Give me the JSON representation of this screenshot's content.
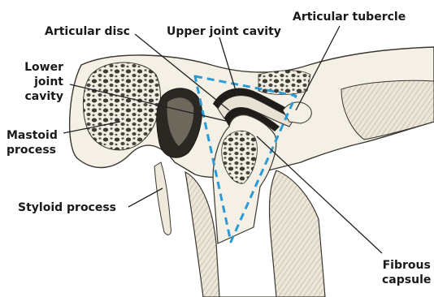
{
  "labels": {
    "articular_disc": "Articular disc",
    "upper_joint_cavity": "Upper joint cavity",
    "articular_tubercle": "Articular tubercle",
    "lower_joint_cavity": [
      "Lower",
      "joint",
      "cavity"
    ],
    "mastoid_process": [
      "Mastoid",
      "process"
    ],
    "styloid_process": "Styloid process",
    "fibrous_capsule": [
      "Fibrous",
      "capsule"
    ]
  },
  "colors": {
    "highlight_outline": "#2b9bd6",
    "leader_line": "#222222",
    "bone": "#f3efe6"
  },
  "highlight": {
    "shape": "triangle",
    "style": "dashed"
  }
}
